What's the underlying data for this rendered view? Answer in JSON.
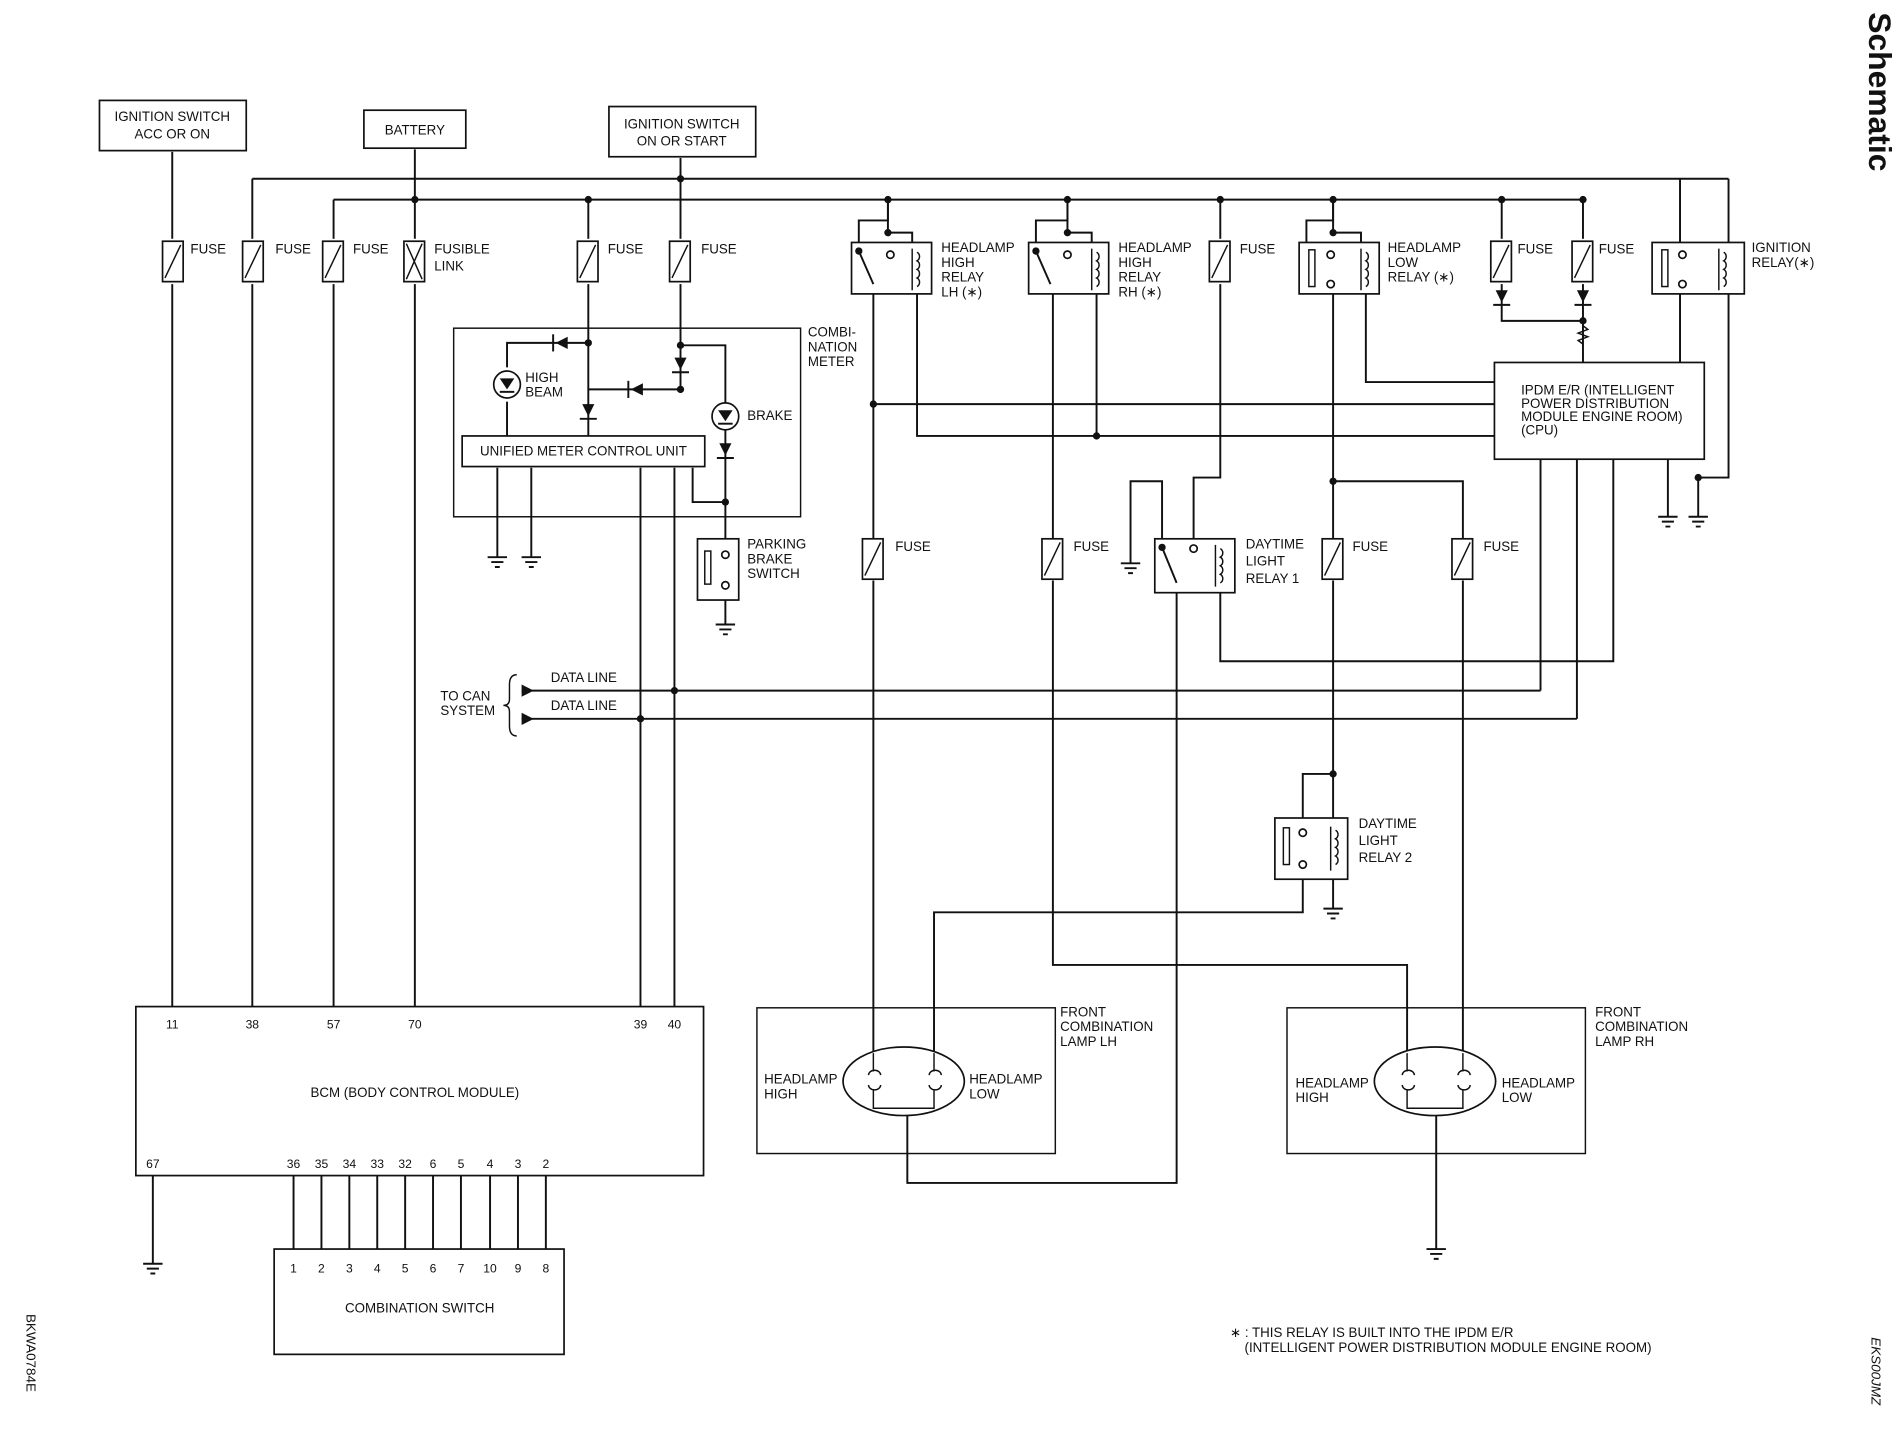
{
  "page_title": "Schematic",
  "left_code": "BKWA0784E",
  "right_code": "EKS00JMZ",
  "sources": {
    "ign_acc": [
      "IGNITION SWITCH",
      "ACC OR ON"
    ],
    "battery": "BATTERY",
    "ign_start": [
      "IGNITION SWITCH",
      "ON OR START"
    ]
  },
  "fuse_label": "FUSE",
  "fusible_link": [
    "FUSIBLE",
    "LINK"
  ],
  "combination_meter": {
    "name": [
      "COMBI-",
      "NATION",
      "METER"
    ],
    "high_beam": [
      "HIGH",
      "BEAM"
    ],
    "brake": "BRAKE",
    "control_unit": "UNIFIED METER CONTROL UNIT"
  },
  "parking_brake_switch": [
    "PARKING",
    "BRAKE",
    "SWITCH"
  ],
  "relays": {
    "hl_high_lh": [
      "HEADLAMP",
      "HIGH",
      "RELAY",
      "LH (∗)"
    ],
    "hl_high_rh": [
      "HEADLAMP",
      "HIGH",
      "RELAY",
      "RH (∗)"
    ],
    "hl_low": [
      "HEADLAMP",
      "LOW",
      "RELAY (∗)"
    ],
    "ignition": [
      "IGNITION",
      "RELAY(∗)"
    ],
    "dtl1": [
      "DAYTIME",
      "LIGHT",
      "RELAY 1"
    ],
    "dtl2": [
      "DAYTIME",
      "LIGHT",
      "RELAY 2"
    ]
  },
  "ipdm": [
    "IPDM E/R (INTELLIGENT",
    "POWER DISTRIBUTION",
    "MODULE ENGINE ROOM)",
    "(CPU)"
  ],
  "can": {
    "to_can": [
      "TO CAN",
      "SYSTEM"
    ],
    "data_line": "DATA LINE"
  },
  "front_lamp_lh": {
    "name": [
      "FRONT",
      "COMBINATION",
      "LAMP LH"
    ],
    "high": [
      "HEADLAMP",
      "HIGH"
    ],
    "low": [
      "HEADLAMP",
      "LOW"
    ]
  },
  "front_lamp_rh": {
    "name": [
      "FRONT",
      "COMBINATION",
      "LAMP RH"
    ],
    "high": [
      "HEADLAMP",
      "HIGH"
    ],
    "low": [
      "HEADLAMP",
      "LOW"
    ]
  },
  "bcm": {
    "name": "BCM (BODY CONTROL MODULE)",
    "top_pins": [
      "11",
      "38",
      "57",
      "70",
      "39",
      "40"
    ],
    "bottom_pins": [
      "67",
      "36",
      "35",
      "34",
      "33",
      "32",
      "6",
      "5",
      "4",
      "3",
      "2"
    ]
  },
  "combination_switch": {
    "name": "COMBINATION SWITCH",
    "pins": [
      "1",
      "2",
      "3",
      "4",
      "5",
      "6",
      "7",
      "10",
      "9",
      "8"
    ]
  },
  "footnote": [
    "∗ : THIS RELAY IS BUILT INTO THE IPDM E/R",
    "(INTELLIGENT POWER DISTRIBUTION MODULE ENGINE ROOM)"
  ]
}
